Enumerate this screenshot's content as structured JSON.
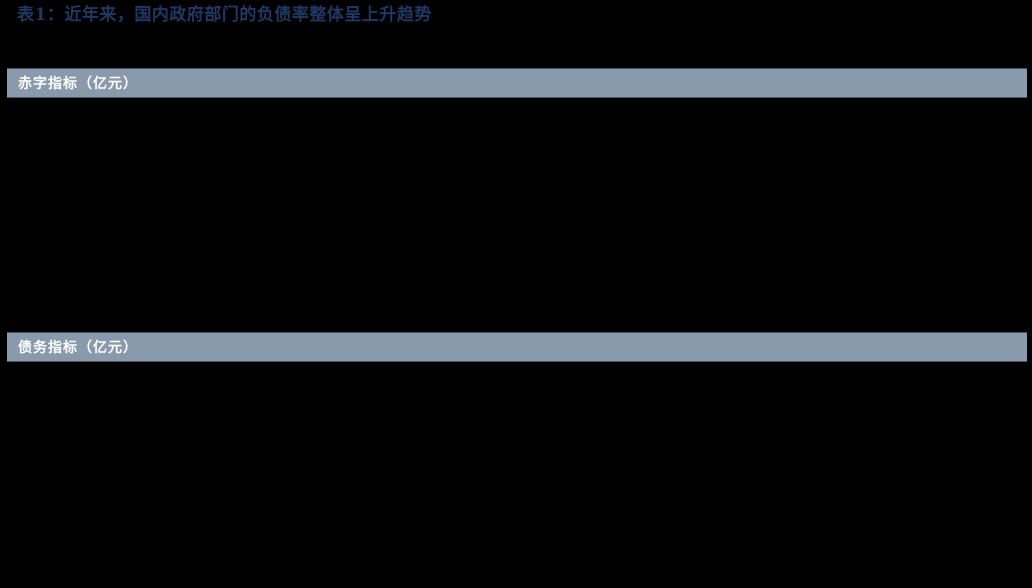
{
  "title": "表1：近年来，国内政府部门的负债率整体呈上升趋势",
  "sections": [
    {
      "id": "deficit",
      "header": "赤字指标（亿元）",
      "rows": []
    },
    {
      "id": "debt",
      "header": "债务指标（亿元）",
      "rows": []
    }
  ],
  "colors": {
    "background": "#000000",
    "title": "#1f3864",
    "section_band": "#8a9aad",
    "section_text": "#ffffff"
  }
}
